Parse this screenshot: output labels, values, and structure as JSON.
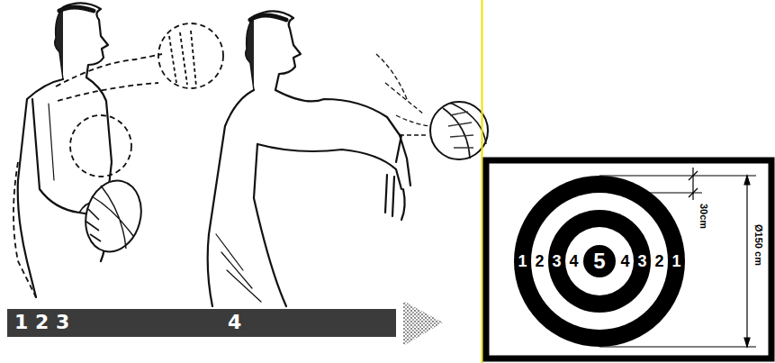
{
  "diagram": {
    "nodes": [
      {
        "text": [
          "1 2 3",
          "4"
        ]
      }
    ],
    "labels": [
      "1",
      "2",
      "3",
      "4",
      "5",
      "4",
      "3",
      "2",
      "1",
      "30cm",
      "Ø150 cm"
    ]
  }
}
